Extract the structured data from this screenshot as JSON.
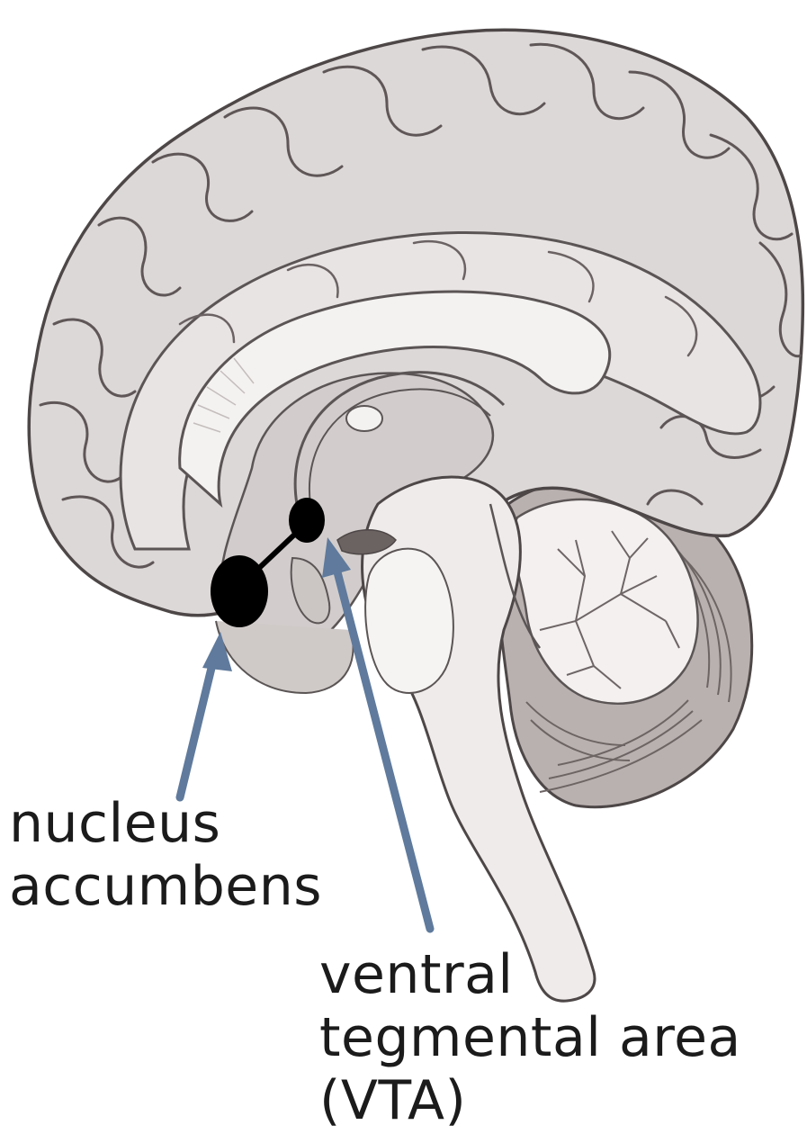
{
  "diagram": {
    "labels": {
      "nucleus_accumbens": [
        "nucleus",
        "accumbens"
      ],
      "vta": [
        "ventral",
        "tegmental area",
        "(VTA)"
      ]
    },
    "colors": {
      "background": "#ffffff",
      "brain_fill": "#dcd8d7",
      "brain_light": "#f1eeee",
      "outline": "#5b5555",
      "arrow": "#5f7a9c",
      "marker": "#000000",
      "label_text": "#1b1b1b"
    }
  }
}
